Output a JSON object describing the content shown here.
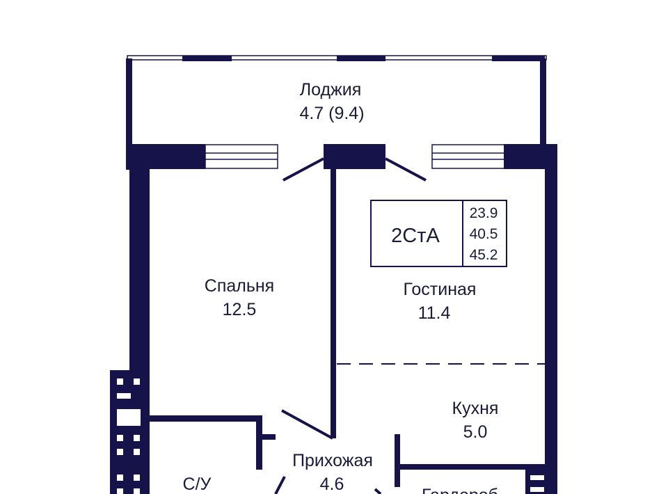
{
  "plan": {
    "wall_color": "#15134a",
    "apartment_type": "2СтА",
    "areas": [
      "23.9",
      "40.5",
      "45.2"
    ],
    "rooms": {
      "loggia": {
        "name": "Лоджия",
        "area": "4.7 (9.4)"
      },
      "bedroom": {
        "name": "Спальня",
        "area": "12.5"
      },
      "living": {
        "name": "Гостиная",
        "area": "11.4"
      },
      "kitchen": {
        "name": "Кухня",
        "area": "5.0"
      },
      "hall": {
        "name": "Прихожая",
        "area": "4.6"
      },
      "bathroom": {
        "name": "С/У"
      },
      "wardrobe": {
        "name": "Гардероб"
      }
    }
  }
}
